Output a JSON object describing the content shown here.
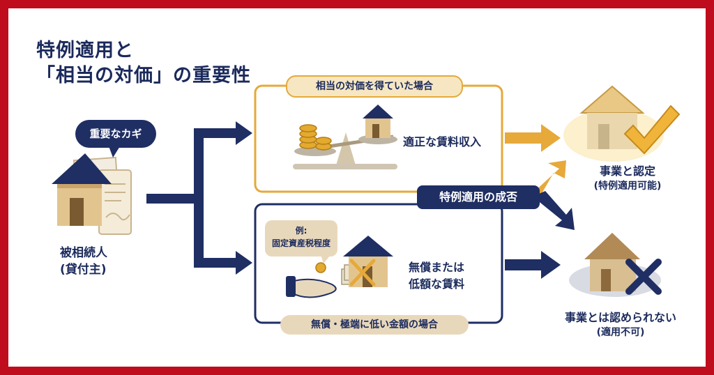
{
  "title": {
    "line1": "特例適用と",
    "line2": "「相当の対価」の重要性"
  },
  "left": {
    "callout": "重要なカギ",
    "name": "被相続人",
    "sub": "(貸付主)"
  },
  "top_branch": {
    "header": "相当の対価を得ていた場合",
    "label": "適正な賃料収入"
  },
  "bottom_branch": {
    "note_line1": "例:",
    "note_line2": "固定資産税程度",
    "label_line1": "無償または",
    "label_line2": "低額な賃料",
    "footer": "無償・極端に低い金額の場合"
  },
  "center_badge": "特例適用の成否",
  "outcome_yes": {
    "line1": "事業と認定",
    "line2": "(特例適用可能)"
  },
  "outcome_no": {
    "line1": "事業とは認められない",
    "line2": "(適用不可)"
  },
  "colors": {
    "navy": "#1f2e63",
    "gold": "#e6a93a",
    "beige": "#e8d8bb",
    "red_border": "#c00d1e"
  }
}
